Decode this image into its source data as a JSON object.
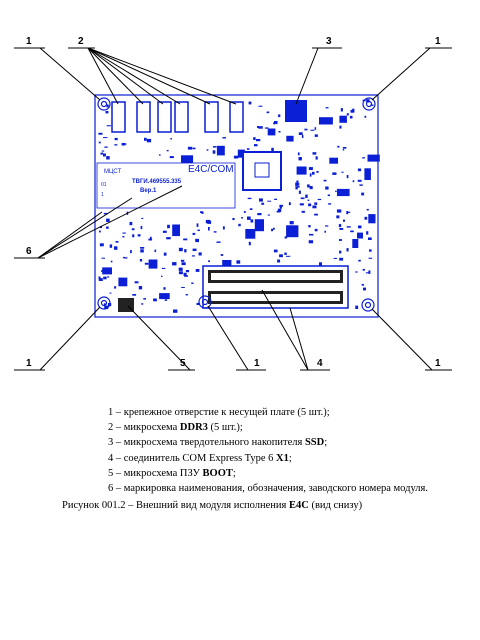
{
  "figure": {
    "callouts": {
      "top_left_hole": "1",
      "ddr3": "2",
      "ssd": "3",
      "top_right_hole": "1",
      "marking": "6",
      "bottom_left_hole": "1",
      "boot": "5",
      "bottom_mid_hole": "1",
      "connector": "4",
      "bottom_right_hole": "1"
    },
    "board_labels": {
      "module_name": "E4C/COM",
      "designation": "ТВГИ.469555.335",
      "version": "Вер.1",
      "mark": "МЦСТ",
      "row1": "01",
      "row2": "1"
    },
    "colors": {
      "board_ink": "#0a1fd6",
      "line": "#000000"
    }
  },
  "legend": {
    "items": [
      {
        "pre": "1 – крепежное отверстие к несущей плате (5 шт.);",
        "bold": "",
        "post": ""
      },
      {
        "pre": "2 – микросхема ",
        "bold": "DDR3",
        "post": " (5 шт.);"
      },
      {
        "pre": "3 – микросхема твердотельного накопителя ",
        "bold": "SSD",
        "post": ";"
      },
      {
        "pre": "4 – соединитель COM Express Type 6 ",
        "bold": "X1",
        "post": ";"
      },
      {
        "pre": "5 – микросхема ПЗУ ",
        "bold": "BOOT",
        "post": ";"
      },
      {
        "pre": "6 – маркировка наименования, обозначения, заводского номера модуля.",
        "bold": "",
        "post": ""
      }
    ]
  },
  "caption": {
    "pre": "Рисунок 001.2 – Внешний вид модуля исполнения ",
    "bold": "E4C",
    "post": " (вид снизу)"
  }
}
